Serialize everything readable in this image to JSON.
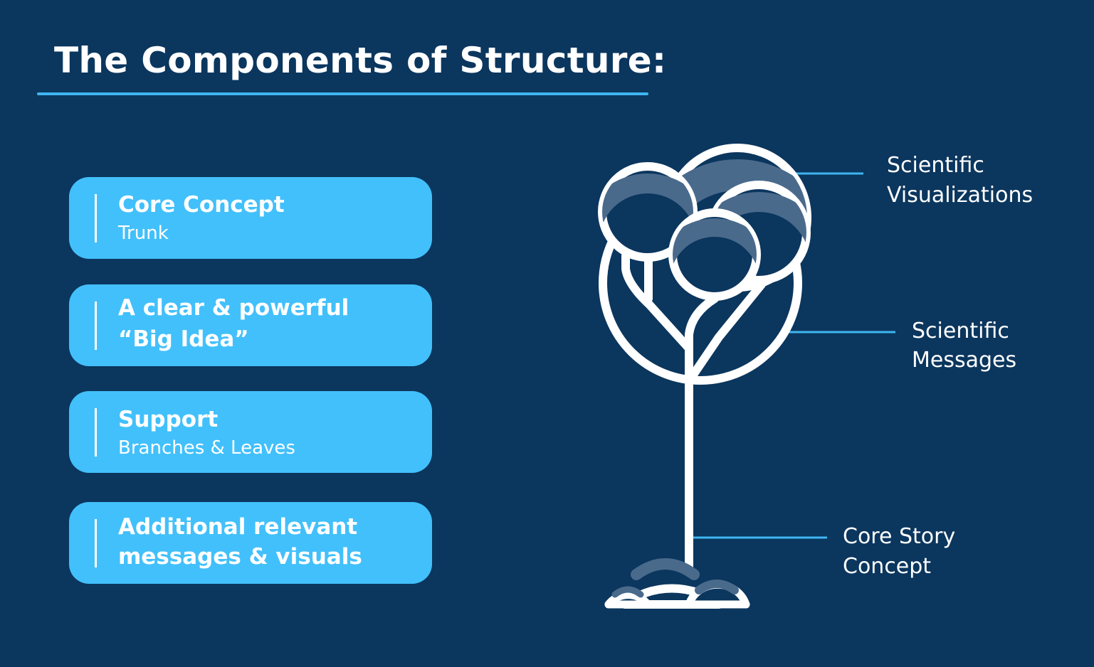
{
  "title": "The Components of Structure:",
  "cards": [
    {
      "head": "Core Concept",
      "sub": "Trunk"
    },
    {
      "head": "A clear & powerful",
      "head2": "“Big Idea”"
    },
    {
      "head": "Support",
      "sub": "Branches & Leaves"
    },
    {
      "head": "Additional relevant",
      "head2": "messages & visuals"
    }
  ],
  "labels": {
    "visualizations": [
      "Scientific",
      "Visualizations"
    ],
    "messages": [
      "Scientific",
      "Messages"
    ],
    "core": [
      "Core Story",
      "Concept"
    ]
  },
  "colors": {
    "background": "#0b365e",
    "accent": "#42c0fb",
    "line": "#ffffff",
    "shade": "#4a6a8c"
  }
}
